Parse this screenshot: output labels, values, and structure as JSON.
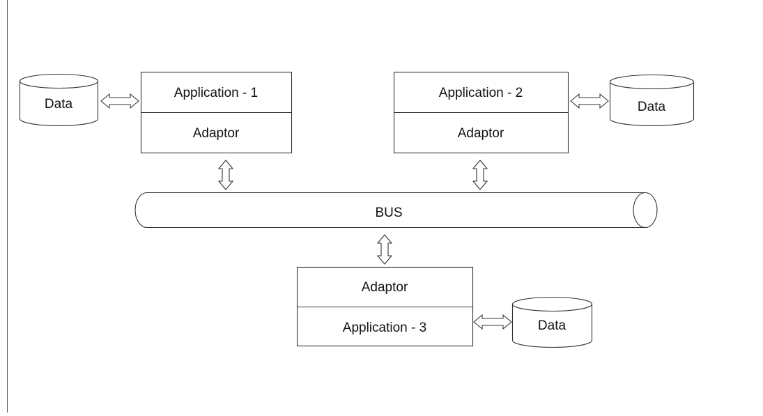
{
  "diagram": {
    "bus_label": "BUS",
    "app1": {
      "title": "Application - 1",
      "adaptor": "Adaptor",
      "data": "Data"
    },
    "app2": {
      "title": "Application - 2",
      "adaptor": "Adaptor",
      "data": "Data"
    },
    "app3": {
      "title": "Application - 3",
      "adaptor": "Adaptor",
      "data": "Data"
    }
  }
}
